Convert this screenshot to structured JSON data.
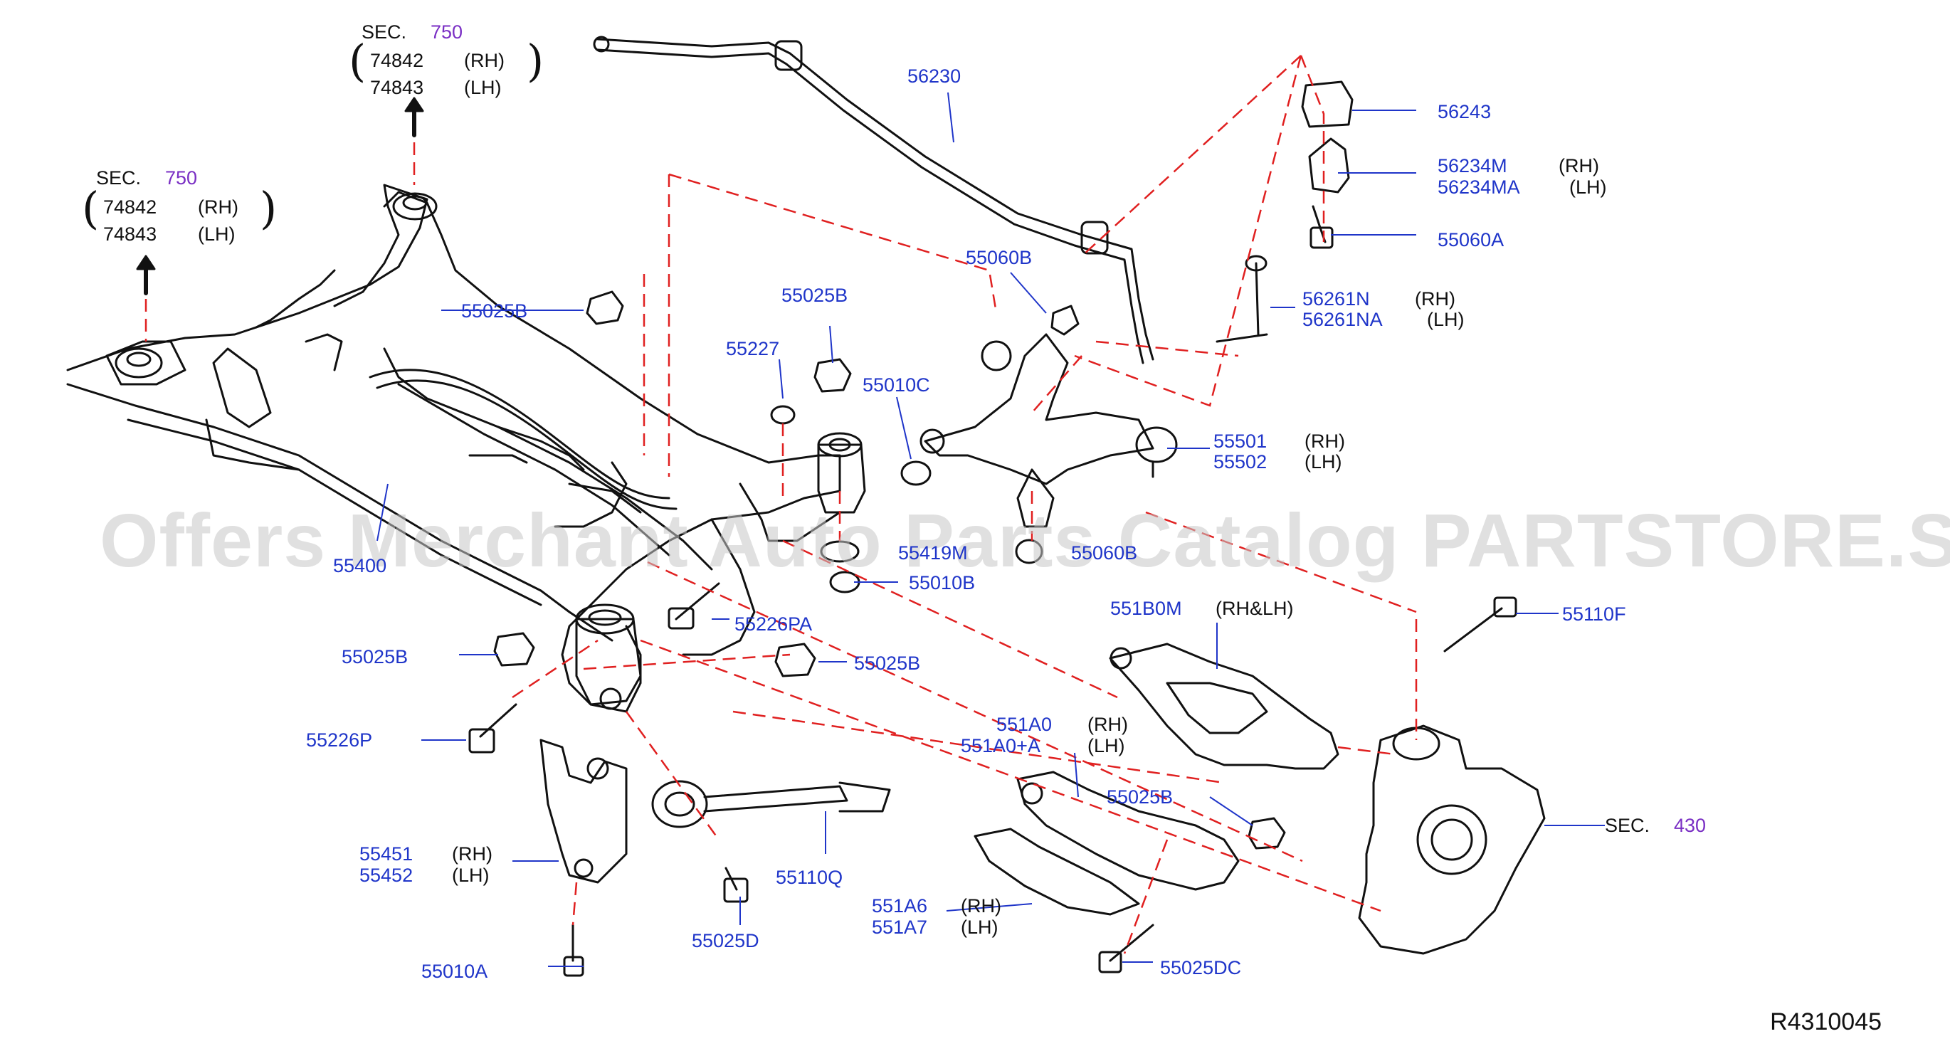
{
  "diagram_code": "R4310045",
  "watermark": "Offers Merchant Auto Parts Catalog PARTSTORE.SA",
  "sec_refs": [
    {
      "sec": "SEC.",
      "num": "750",
      "parts": [
        {
          "pn": "74842",
          "side": "(RH)"
        },
        {
          "pn": "74843",
          "side": "(LH)"
        }
      ]
    },
    {
      "sec": "SEC.",
      "num": "750",
      "parts": [
        {
          "pn": "74842",
          "side": "(RH)"
        },
        {
          "pn": "74843",
          "side": "(LH)"
        }
      ]
    },
    {
      "sec": "SEC.",
      "num": "430"
    }
  ],
  "labels": {
    "p56230": "56230",
    "p56243": "56243",
    "p56234M": "56234M",
    "p56234M_side": "(RH)",
    "p56234MA": "56234MA",
    "p56234MA_side": "(LH)",
    "p55060A": "55060A",
    "p55060B": "55060B",
    "p56261N": "56261N",
    "p56261N_side": "(RH)",
    "p56261NA": "56261NA",
    "p56261NA_side": "(LH)",
    "p55025B_a": "55025B",
    "p55025B_b": "55025B",
    "p55227": "55227",
    "p55010C": "55010C",
    "p55501": "55501",
    "p55501_side": "(RH)",
    "p55502": "55502",
    "p55502_side": "(LH)",
    "p55400": "55400",
    "p55419M": "55419M",
    "p55010B": "55010B",
    "p55060B2": "55060B",
    "p55226PA": "55226PA",
    "p55025B_c": "55025B",
    "p55025B_d": "55025B",
    "p551B0M": "551B0M",
    "p551B0M_side": "(RH&LH)",
    "p55110F": "55110F",
    "p55226P": "55226P",
    "p551A0": "551A0",
    "p551A0_side": "(RH)",
    "p551A0A": "551A0+A",
    "p551A0A_side": "(LH)",
    "p55025B_e": "55025B",
    "p55451": "55451",
    "p55451_side": "(RH)",
    "p55452": "55452",
    "p55452_side": "(LH)",
    "p55110Q": "55110Q",
    "p551A6": "551A6",
    "p551A6_side": "(RH)",
    "p551A7": "551A7",
    "p551A7_side": "(LH)",
    "p55025D": "55025D",
    "p55010A": "55010A",
    "p55025DC": "55025DC"
  }
}
